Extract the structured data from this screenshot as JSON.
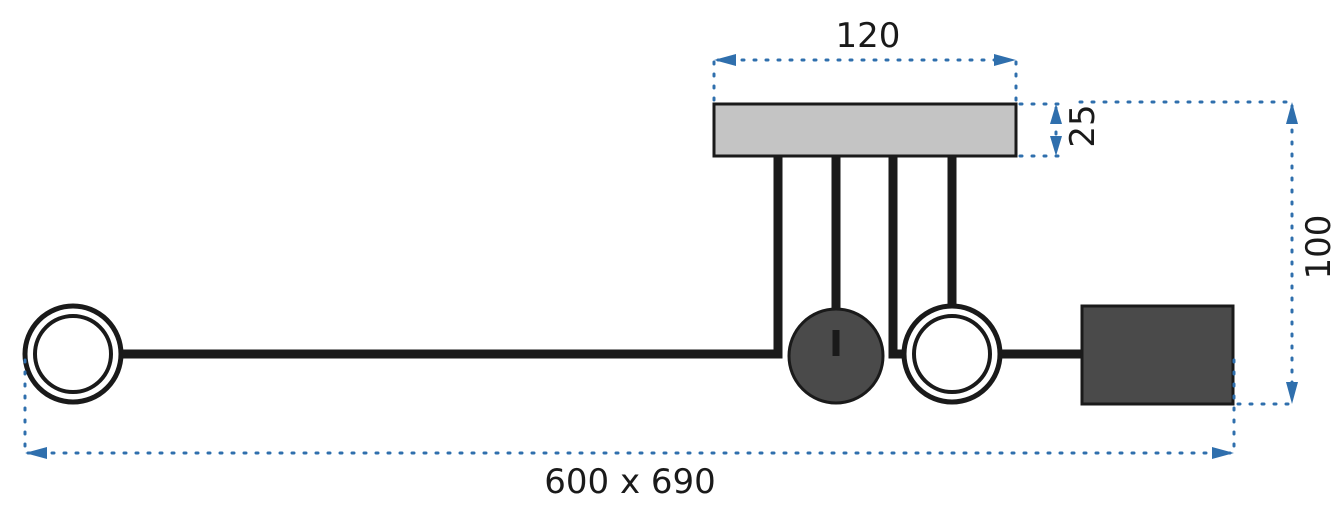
{
  "dimensions": {
    "canopy_width": "120",
    "canopy_height": "25",
    "drop_height": "100",
    "span_overall": "600 x 690"
  },
  "colors": {
    "background": "#ffffff",
    "canopy_fill": "#c4c4c4",
    "dark_fill": "#4a4a4a",
    "cable": "#1a1a1a",
    "dim_line": "#2f6fad"
  }
}
